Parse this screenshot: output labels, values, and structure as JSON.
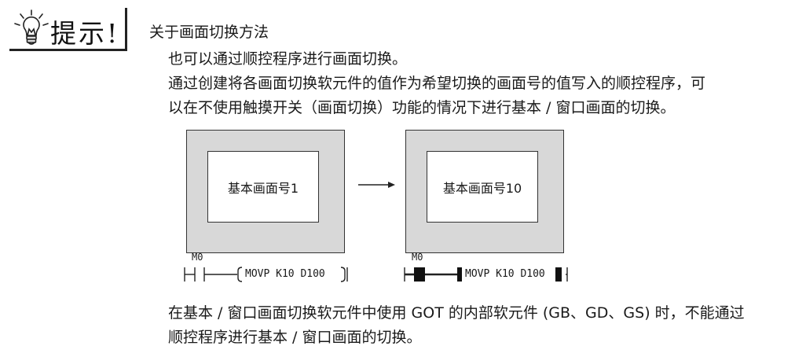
{
  "hint": {
    "icon": "lightbulb-icon",
    "label": "提示!"
  },
  "section_title": "关于画面切换方法",
  "paragraphs": {
    "p1": "也可以通过顺控程序进行画面切换。",
    "p2_line1": "通过创建将各画面切换软元件的值作为希望切换的画面号的值写入的顺控程序，可",
    "p2_line2": "以在不使用触摸开关（画面切换）功能的情况下进行基本 / 窗口画面的切换。",
    "p3_line1": "在基本 / 窗口画面切换软元件中使用 GOT 的内部软元件 (GB、GD、GS) 时，不能通过",
    "p3_line2": "顺控程序进行基本 / 窗口画面的切换。"
  },
  "diagram": {
    "screen_before": "基本画面号1",
    "screen_after": "基本画面号10",
    "ladder_before": {
      "contact": "M0",
      "instruction": "MOVP K10 D100"
    },
    "ladder_after": {
      "contact": "M0",
      "instruction": "MOVP K10 D100"
    }
  }
}
